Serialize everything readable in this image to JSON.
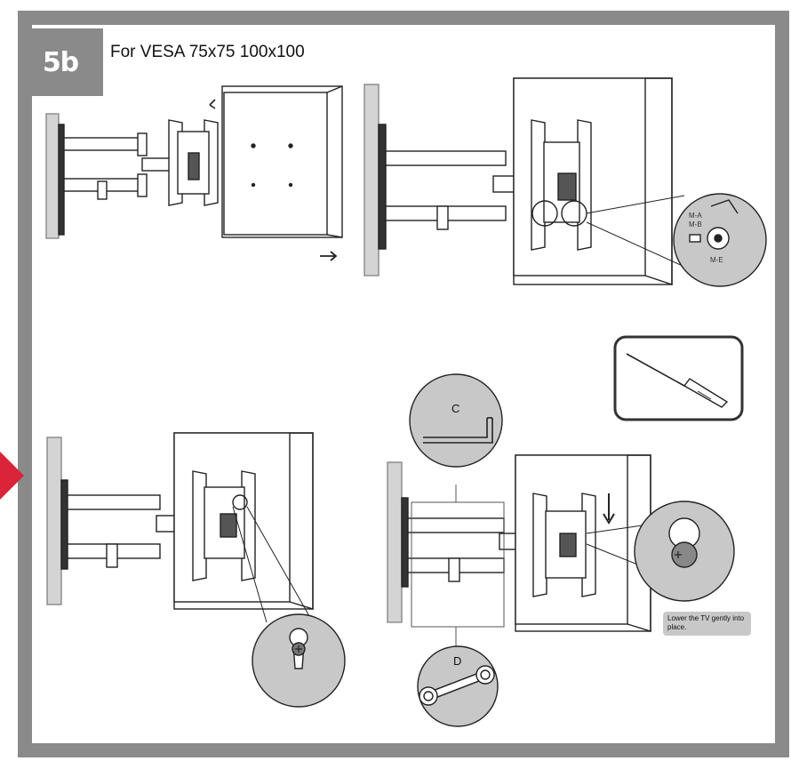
{
  "step": {
    "number": "5b",
    "title": "For VESA  75x75 100x100"
  },
  "labels": {
    "ma": "M-A",
    "mb": "M-B",
    "me": "M-E",
    "c": "C",
    "d": "D"
  },
  "note": "Lower the TV gently into place.",
  "colors": {
    "frame": "#8a8a8a",
    "accent": "#d9243a",
    "callout": "#c8c8c8"
  }
}
